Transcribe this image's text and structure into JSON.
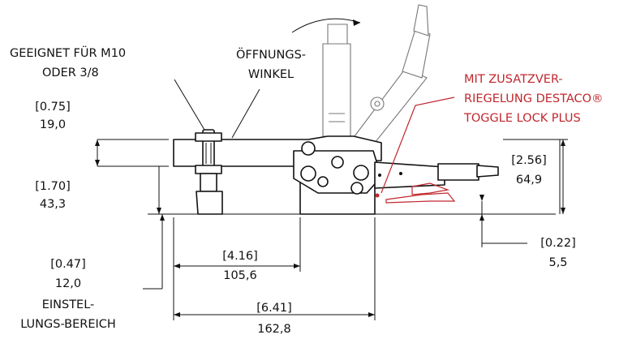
{
  "labels": {
    "bolt_line1": "GEEIGNET FÜR M10",
    "bolt_line2": "ODER 3/8",
    "angle_line1": "ÖFFNUNGS-",
    "angle_line2": "WINKEL",
    "lock_line1": "MIT ZUSATZVER-",
    "lock_line2": "RIEGELUNG DESTACO®",
    "lock_line3": "TOGGLE LOCK PLUS",
    "adjust_line1": "EINSTEL-",
    "adjust_line2": "LUNGS-BEREICH"
  },
  "dimensions": {
    "spindle_top": {
      "inch": "[0.75]",
      "mm": "19,0"
    },
    "spindle_bottom": {
      "inch": "[1.70]",
      "mm": "43,3"
    },
    "adjust_range": {
      "inch": "[0.47]",
      "mm": "12,0"
    },
    "base_offset": {
      "inch": "[4.16]",
      "mm": "105,6"
    },
    "overall_length": {
      "inch": "[6.41]",
      "mm": "162,8"
    },
    "height": {
      "inch": "[2.56]",
      "mm": "64,9"
    },
    "base_height": {
      "inch": "[0.22]",
      "mm": "5,5"
    }
  },
  "colors": {
    "accent": "#c1272d",
    "line": "#111111",
    "ghost": "#777777"
  }
}
